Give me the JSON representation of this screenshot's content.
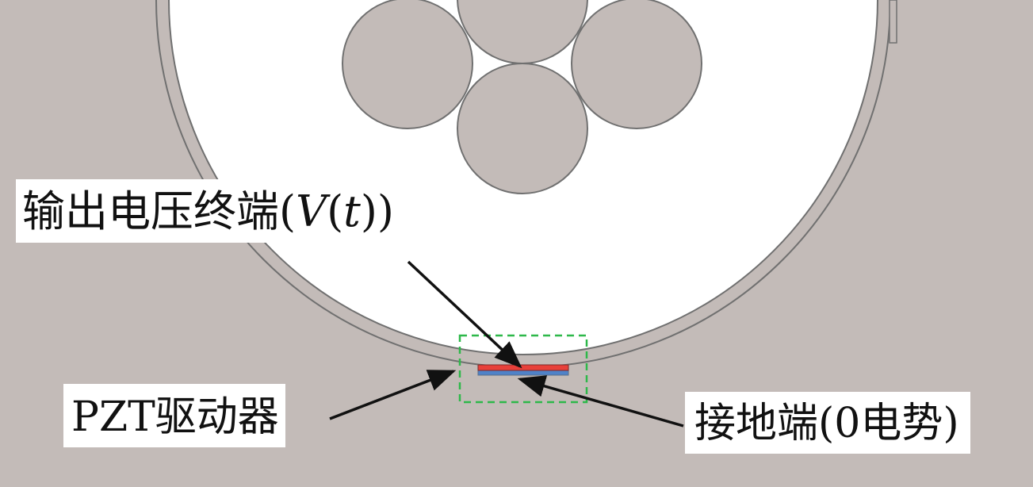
{
  "labels": {
    "output": {
      "prefix": "输出电压终端(",
      "var": "V",
      "mid": "(",
      "t": "t",
      "suffix": "))"
    },
    "pzt": "PZT驱动器",
    "ground": "接地端(0电势)"
  },
  "colors": {
    "background": "#c3bbb8",
    "pipe_interior": "#ffffff",
    "strand_fill": "#c3bbb8",
    "outline": "#707070",
    "electrode_top": "#e8403a",
    "electrode_bottom": "#4f82c8",
    "highlight_box": "#2eb84a",
    "arrow": "#111111"
  }
}
